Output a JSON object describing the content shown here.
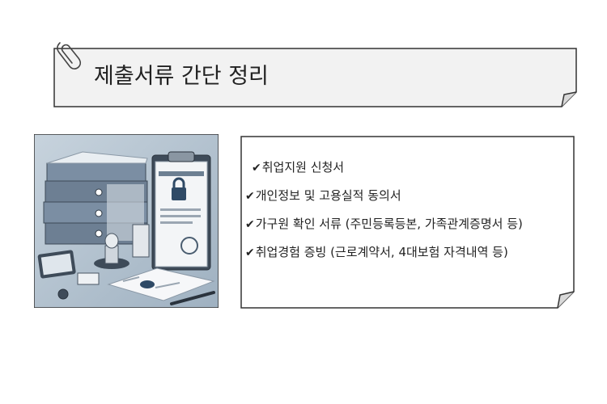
{
  "title": "제출서류 간단 정리",
  "check_mark": "✔",
  "documents": [
    "취업지원 신청서",
    "개인정보 및 고용실적 동의서",
    "가구원 확인 서류 (주민등록등본, 가족관계증명서 등)",
    "취업경험 증빙 (근로계약서, 4대보험 자격내역 등)"
  ],
  "colors": {
    "card_fill": "#f2f2f2",
    "border": "#333333",
    "illustration_bg": "#b9c7d3"
  },
  "icons": [
    "paperclip-icon",
    "check-icon"
  ]
}
